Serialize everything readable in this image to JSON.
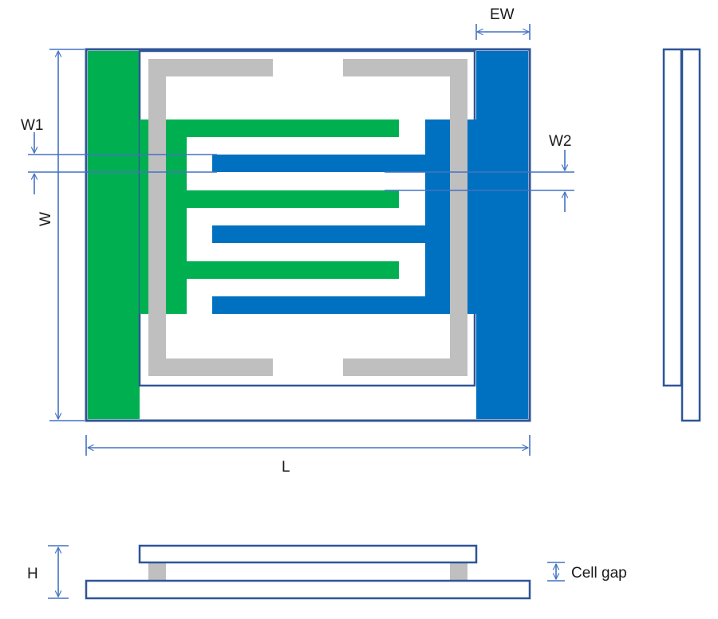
{
  "labels": {
    "ew": "EW",
    "w1": "W1",
    "w2": "W2",
    "w": "W",
    "l": "L",
    "h": "H",
    "cell_gap": "Cell gap"
  },
  "colors": {
    "outline": "#2f5597",
    "green_electrode": "#00b050",
    "blue_electrode": "#0070c0",
    "spacer_gray": "#bfbfbf",
    "dimension_line": "#4472c4"
  }
}
